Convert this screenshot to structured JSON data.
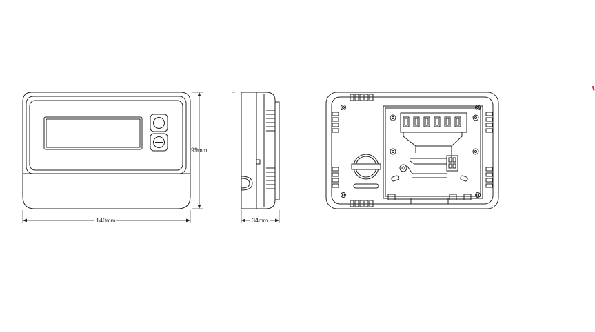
{
  "dimensions": {
    "width": {
      "value": "140",
      "unit": "mm"
    },
    "height": {
      "value": "99",
      "unit": "mm"
    },
    "depth": {
      "value": "34",
      "unit": "mm"
    }
  },
  "front_view": {
    "buttons": [
      {
        "symbol": "plus-icon"
      },
      {
        "symbol": "minus-icon"
      }
    ]
  },
  "colors": {
    "line": "#222222",
    "accent": "#d0202a"
  }
}
